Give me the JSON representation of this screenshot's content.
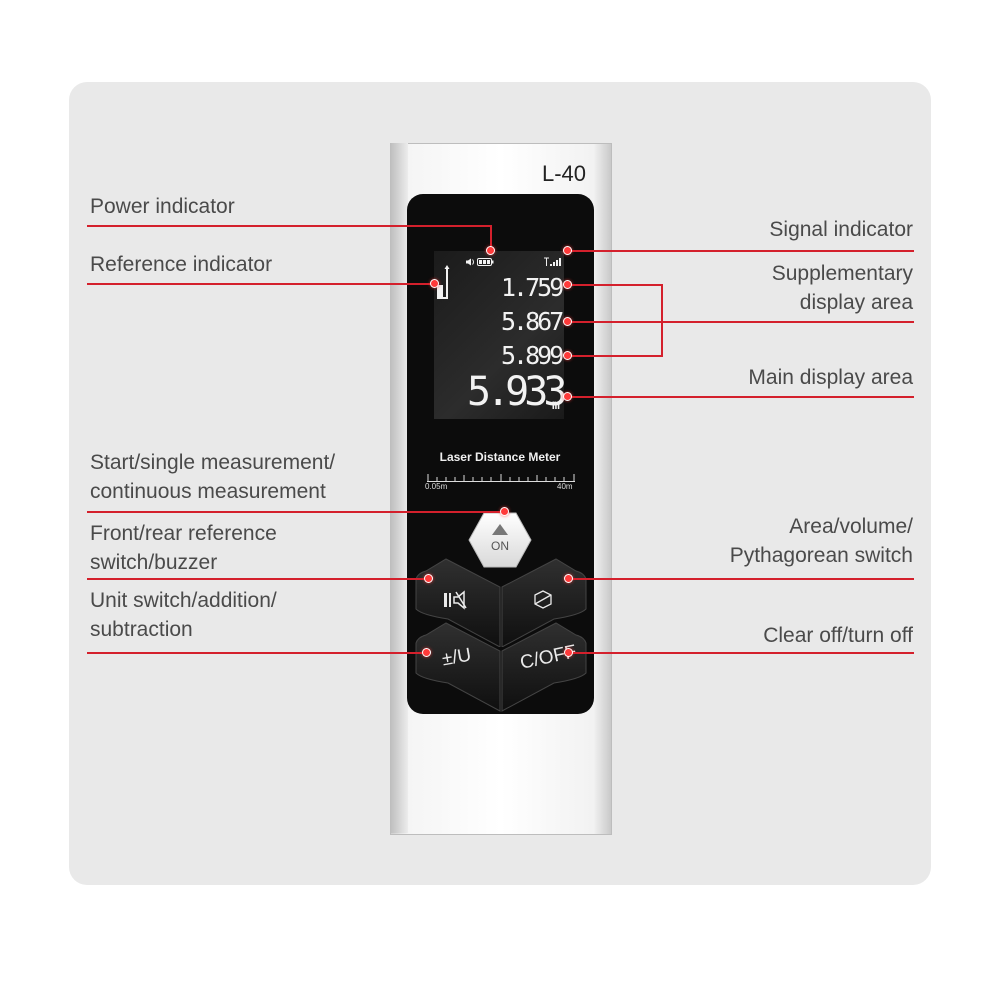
{
  "annotations": {
    "power_indicator": "Power indicator",
    "reference_indicator": "Reference indicator",
    "start_measurement_line1": "Start/single measurement/",
    "start_measurement_line2": "continuous measurement",
    "front_rear_line1": "Front/rear reference",
    "front_rear_line2": "switch/buzzer",
    "unit_switch_line1": "Unit switch/addition/",
    "unit_switch_line2": "subtraction",
    "signal_indicator": "Signal indicator",
    "supplementary_line1": "Supplementary",
    "supplementary_line2": "display area",
    "main_display": "Main display area",
    "area_volume_line1": "Area/volume/",
    "area_volume_line2": "Pythagorean switch",
    "clear_off": "Clear off/turn off"
  },
  "device": {
    "model": "L-40",
    "product_name": "Laser Distance Meter",
    "scale_min": "0.05m",
    "scale_max": "40m",
    "readings": [
      "1.759",
      "5.867",
      "5.899"
    ],
    "main_reading": "5.933",
    "unit": "m",
    "buttons": {
      "on": "ON",
      "unit": "±/U",
      "clear": "C/OFF"
    }
  },
  "icons": [
    "speaker-icon",
    "battery-icon",
    "signal-bars-icon",
    "reference-bracket-icon",
    "buzzer-reference-icon",
    "area-volume-icon",
    "triangle-up-icon"
  ],
  "colors": {
    "leader_line": "#d4202c",
    "marker_dot": "#ff3a3a",
    "panel": "#e9e9e9"
  }
}
